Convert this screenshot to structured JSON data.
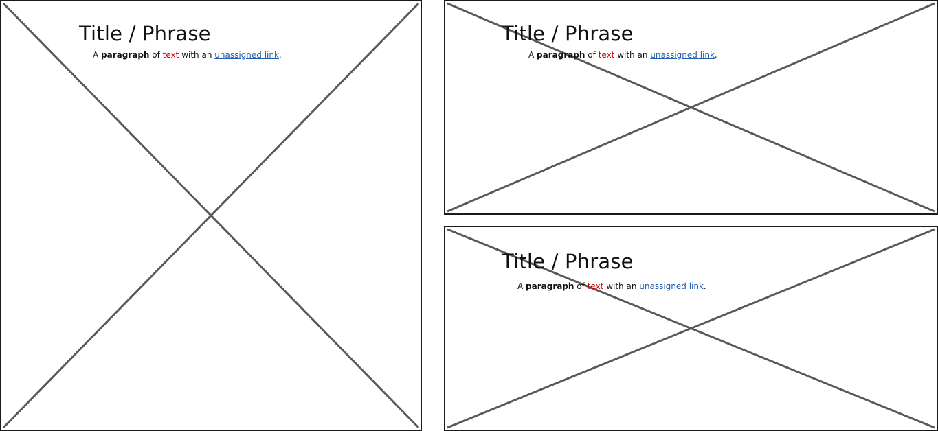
{
  "panels": [
    {
      "title": "Title / Phrase",
      "paragraph": {
        "prefix": "A ",
        "bold": "paragraph",
        "middle": " of ",
        "red": "text",
        "before_link": " with an ",
        "link": "unassigned link",
        "suffix": "."
      }
    },
    {
      "title": "Title / Phrase",
      "paragraph": {
        "prefix": "A ",
        "bold": "paragraph",
        "middle": " of ",
        "red": "text",
        "before_link": " with an ",
        "link": "unassigned link",
        "suffix": "."
      }
    },
    {
      "title": "Title / Phrase",
      "paragraph": {
        "prefix": "A ",
        "bold": "paragraph",
        "middle": " of ",
        "red": "text",
        "before_link": " with an ",
        "link": "unassigned link",
        "suffix": "."
      }
    }
  ],
  "colors": {
    "border": "#1a1a1a",
    "cross": "#595959",
    "text": "#111111",
    "red_text": "#cc0000",
    "link": "#1f5fb0"
  },
  "icons": {
    "placeholder": "image-placeholder-icon"
  }
}
